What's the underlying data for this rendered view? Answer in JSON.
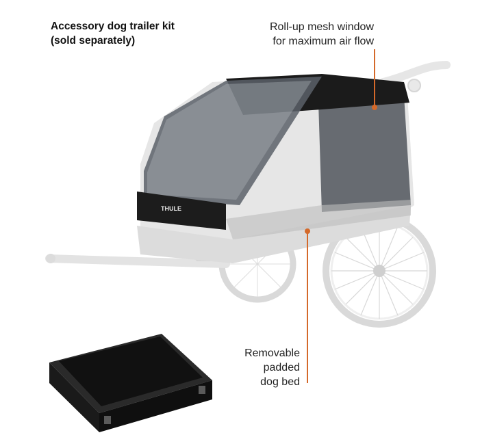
{
  "title": {
    "line1": "Accessory dog trailer kit",
    "line2": "(sold separately)"
  },
  "callouts": {
    "mesh_window": {
      "line1": "Roll-up mesh window",
      "line2": "for maximum air flow"
    },
    "dog_bed": {
      "line1": "Removable",
      "line2": "padded",
      "line3": "dog bed"
    }
  },
  "brand_logo": "THULE",
  "colors": {
    "accent": "#d4692a",
    "trailer_body": "#e6e6e6",
    "canopy": "#1b1b1b",
    "mesh": "#4a4f57"
  }
}
